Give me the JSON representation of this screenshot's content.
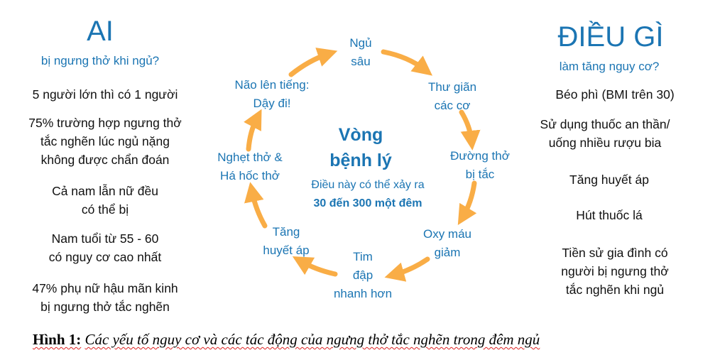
{
  "left": {
    "title": "AI",
    "subtitle": "bị ngưng thở khi ngủ?",
    "items": [
      [
        "5 người lớn thì có 1 người"
      ],
      [
        "75% trường hợp ngưng thở",
        "tắc nghẽn lúc ngủ nặng",
        "không được chẩn đoán"
      ],
      [
        "Cả nam lẫn nữ đều",
        "có thể bị"
      ],
      [
        "Nam tuổi từ 55 - 60",
        "có nguy cơ cao nhất"
      ],
      [
        "47% phụ nữ hậu mãn kinh",
        "bị ngưng thở tắc nghẽn"
      ]
    ]
  },
  "right": {
    "title": "ĐIỀU GÌ",
    "subtitle": "làm tăng nguy cơ?",
    "items": [
      [
        "Béo phì (BMI trên 30)"
      ],
      [
        "Sử dụng thuốc an thần/",
        "uống nhiều rượu bia"
      ],
      [
        "Tăng huyết áp"
      ],
      [
        "Hút thuốc lá"
      ],
      [
        "Tiền sử gia đình có",
        "người bị ngưng thở",
        "tắc nghẽn khi ngủ"
      ]
    ]
  },
  "cycle": {
    "title1": "Vòng",
    "title2": "bệnh lý",
    "note1": "Điều này có thể xảy ra",
    "note2": "30 đến 300 một đêm",
    "nodes": [
      [
        "Ngủ",
        "sâu"
      ],
      [
        "Thư giãn",
        "các cơ"
      ],
      [
        "Đường thở",
        "bị tắc"
      ],
      [
        "Oxy máu",
        "giảm"
      ],
      [
        "Tim",
        "đập",
        "nhanh hơn"
      ],
      [
        "Tăng",
        "huyết áp"
      ],
      [
        "Nghẹt thở &",
        "Há hốc thở"
      ],
      [
        "Não lên tiếng:",
        "Dậy đi!"
      ]
    ],
    "arrow_color": "#f9ad46"
  },
  "caption": {
    "label": "Hình 1:",
    "text": "Các yếu tố nguy cơ và các tác động của ngưng thở tắc nghẽn trong đêm ngủ"
  }
}
